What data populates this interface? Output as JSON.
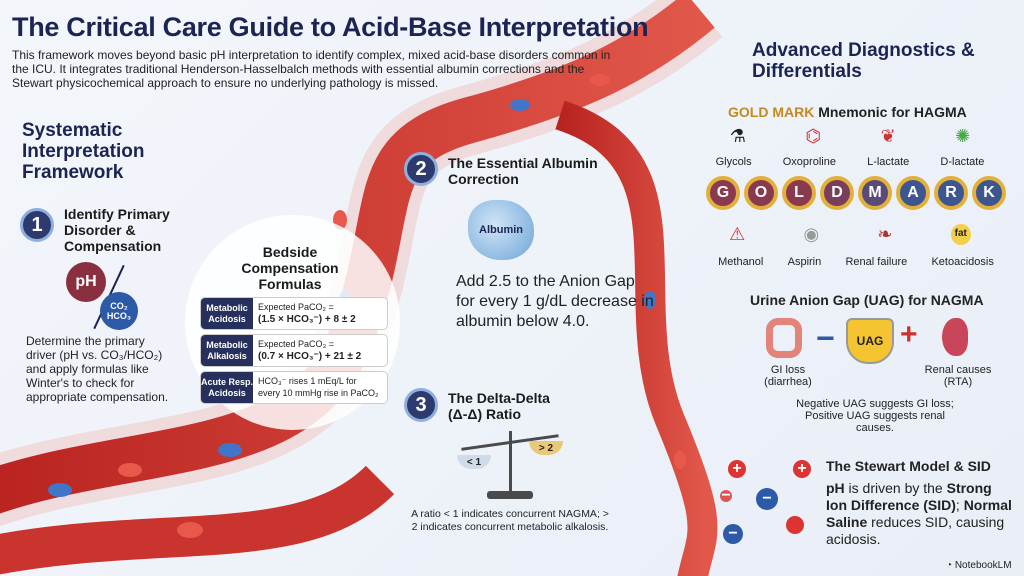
{
  "title": "The Critical Care Guide to Acid-Base Interpretation",
  "subtitle": "This framework moves beyond basic pH interpretation to identify complex, mixed acid-base disorders common in the ICU. It integrates traditional Henderson-Hasselbalch methods with essential albumin corrections and the Stewart physicochemical approach to ensure no underlying pathology is missed.",
  "left": {
    "heading": "Systematic Interpretation Framework",
    "step1": {
      "number": "1",
      "title": "Identify Primary Disorder & Compensation",
      "ph": "pH",
      "co2": "CO₂",
      "hco3": "HCO₃",
      "text": "Determine the primary driver (pH vs. CO₃/HCO₂) and apply formulas like Winter's to check for appropriate compensation."
    }
  },
  "bedside": {
    "title": "Bedside Compensation Formulas",
    "rows": [
      {
        "label": "Metabolic Acidosis",
        "line1": "Expected PaCO₂ =",
        "line2": "(1.5 × HCO₃⁻) + 8 ± 2"
      },
      {
        "label": "Metabolic Alkalosis",
        "line1": "Expected PaCO₃ =",
        "line2": "(0.7 × HCO₃⁻) + 21 ± 2"
      },
      {
        "label": "Acute Resp. Acidosis",
        "line1": "HCO₃⁻ rises 1 mEq/L for",
        "line2": "every 10 mmHg rise in PaCO₂"
      }
    ]
  },
  "step2": {
    "number": "2",
    "title": "The Essential Albumin Correction",
    "icon_label": "Albumin",
    "text": "Add 2.5 to the Anion Gap for every 1 g/dL decrease in albumin below 4.0."
  },
  "step3": {
    "number": "3",
    "title": "The Delta-Delta (Δ-Δ) Ratio",
    "left_pan": "< 1",
    "right_pan": "> 2",
    "text": "A ratio < 1 indicates concurrent NAGMA; > 2 indicates concurrent metabolic alkalosis."
  },
  "right": {
    "heading": "Advanced Diagnostics & Differentials",
    "goldmark": {
      "title_accent": "GOLD MARK",
      "title_rest": " Mnemonic for HAGMA",
      "letters": [
        "G",
        "O",
        "L",
        "D",
        "M",
        "A",
        "R",
        "K"
      ],
      "top": [
        "Glycols",
        "Oxoproline",
        "L-lactate",
        "D-lactate"
      ],
      "bottom": [
        "Methanol",
        "Aspirin",
        "Renal failure",
        "Ketoacidosis"
      ],
      "fat": "fat"
    },
    "uag": {
      "title": "Urine Anion Gap (UAG) for NAGMA",
      "gi": "GI loss (diarrhea)",
      "center": "UAG",
      "renal": "Renal causes (RTA)",
      "minus": "−",
      "plus": "+",
      "note": "Negative UAG suggests GI loss; Positive UAG suggests renal causes."
    },
    "stewart": {
      "title": "The Stewart Model & SID",
      "t1": "pH",
      "t2": " is driven by the ",
      "t3": "Strong Ion Difference (SID)",
      "t4": "; ",
      "t5": "Normal Saline",
      "t6": " reduces SID, causing acidosis."
    }
  },
  "brand": "NotebookLM",
  "colors": {
    "navy": "#1b2452",
    "gold": "#c48a1f",
    "artery": "#c9342e"
  }
}
